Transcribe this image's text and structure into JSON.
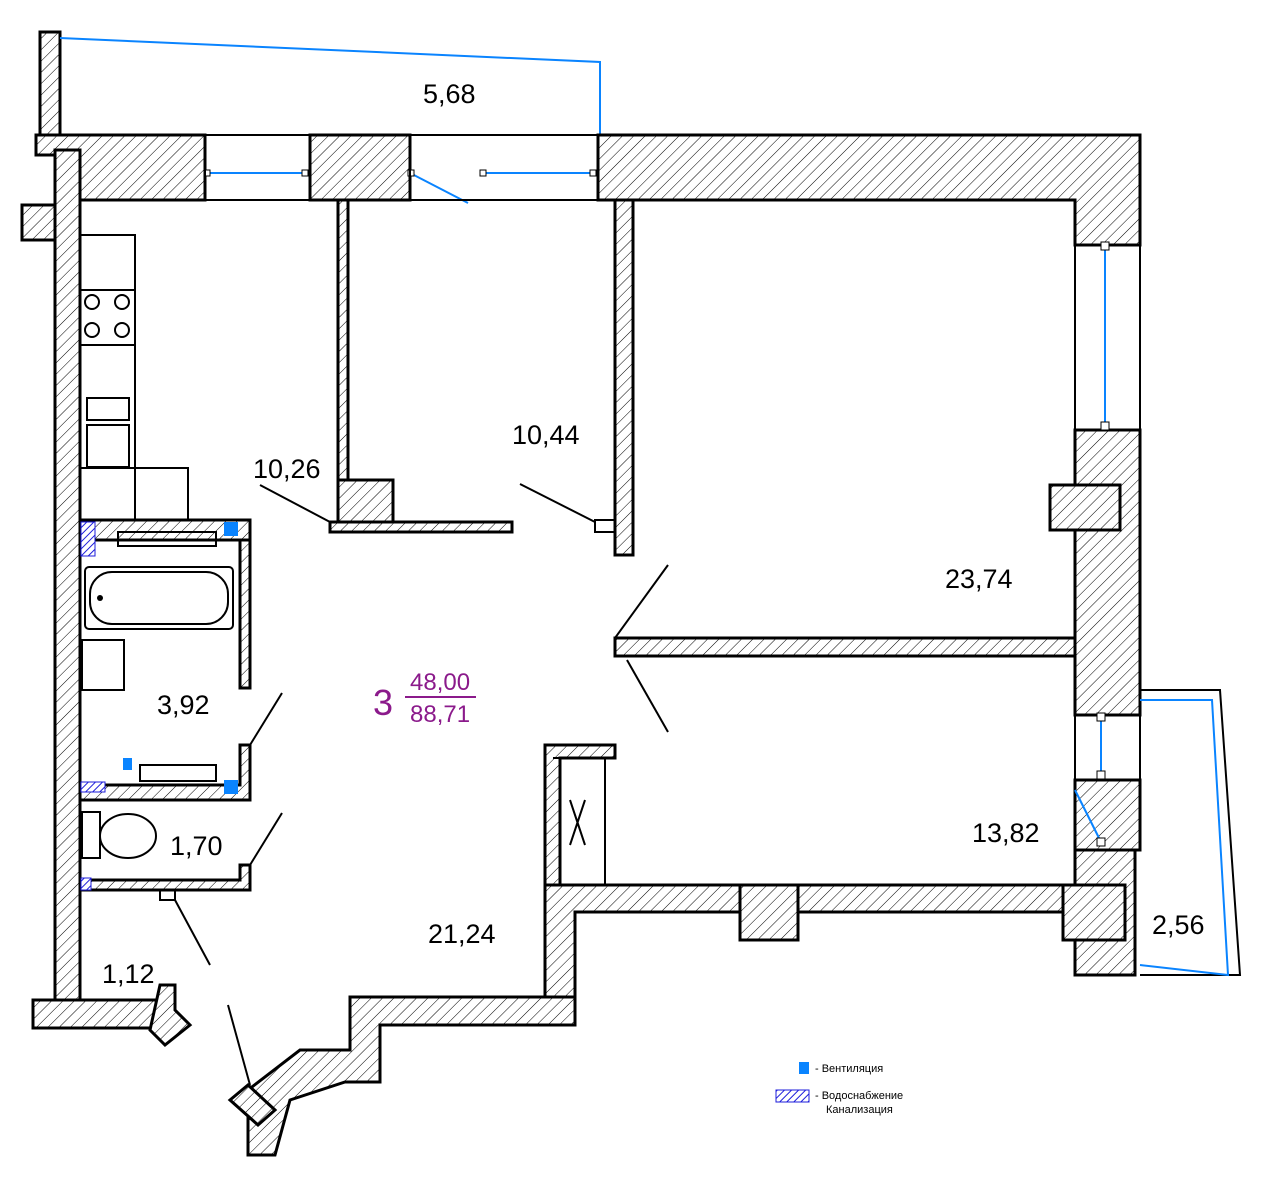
{
  "apartment": {
    "rooms_count": "3",
    "living_area": "48,00",
    "total_area": "88,71"
  },
  "rooms": {
    "balcony_top": "5,68",
    "room_left": "10,26",
    "room_middle": "10,44",
    "room_big": "23,74",
    "bathroom": "3,92",
    "room_small": "13,82",
    "toilet": "1,70",
    "hall": "21,24",
    "closet": "1,12",
    "balcony_right": "2,56"
  },
  "legend": {
    "ventilation": "- Вентиляция",
    "water_supply": "- Водоснабжение",
    "sewerage": "Канализация"
  },
  "colors": {
    "ventilation": "#0a84ff",
    "water": "#1d1ddb",
    "apartment_label": "#8b1a8b"
  }
}
